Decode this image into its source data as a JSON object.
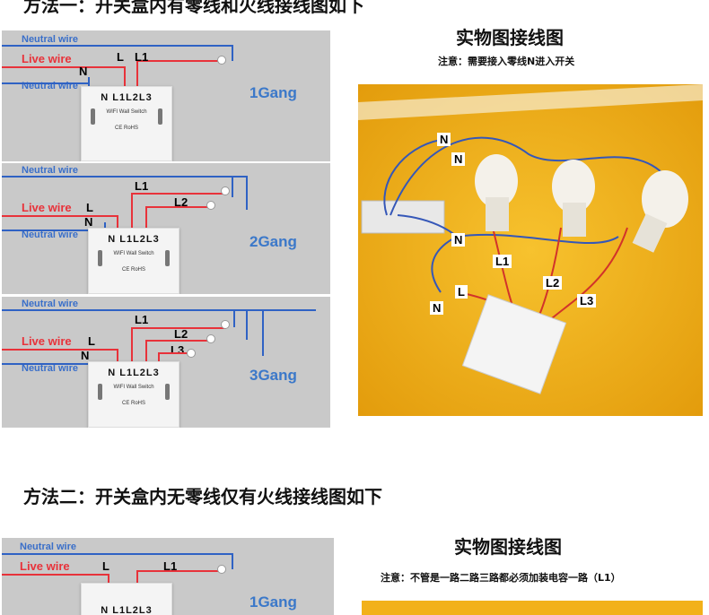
{
  "method1": {
    "title": "方法一：开关盒内有零线和火线接线图如下"
  },
  "method2": {
    "title": "方法二：开关盒内无零线仅有火线接线图如下"
  },
  "labels": {
    "neutral_wire": "Neutral wire",
    "live_wire": "Live wire",
    "N": "N",
    "L": "L",
    "L1": "L1",
    "L2": "L2",
    "L3": "L3"
  },
  "switch": {
    "terminals": "N  L1L2L3",
    "product": "WIFI Wall Switch",
    "rohs": "CE RoHS"
  },
  "panels": [
    {
      "gang": "1Gang"
    },
    {
      "gang": "2Gang"
    },
    {
      "gang": "3Gang"
    },
    {
      "gang": "1Gang"
    }
  ],
  "photo1": {
    "title": "实物图接线图",
    "note": "注意：需要接入零线N进入开关",
    "tags": [
      "N",
      "N",
      "N",
      "L1",
      "N",
      "L",
      "L2",
      "L3"
    ]
  },
  "photo2": {
    "title": "实物图接线图",
    "note": "注意：不管是一路二路三路都必须加装电容一路（L1）"
  },
  "colors": {
    "neutral": "#2f62c4",
    "live": "#e8323a",
    "gang": "#3b78c9",
    "panel": "#c9c9c9",
    "cloth": "#f2b11a"
  }
}
